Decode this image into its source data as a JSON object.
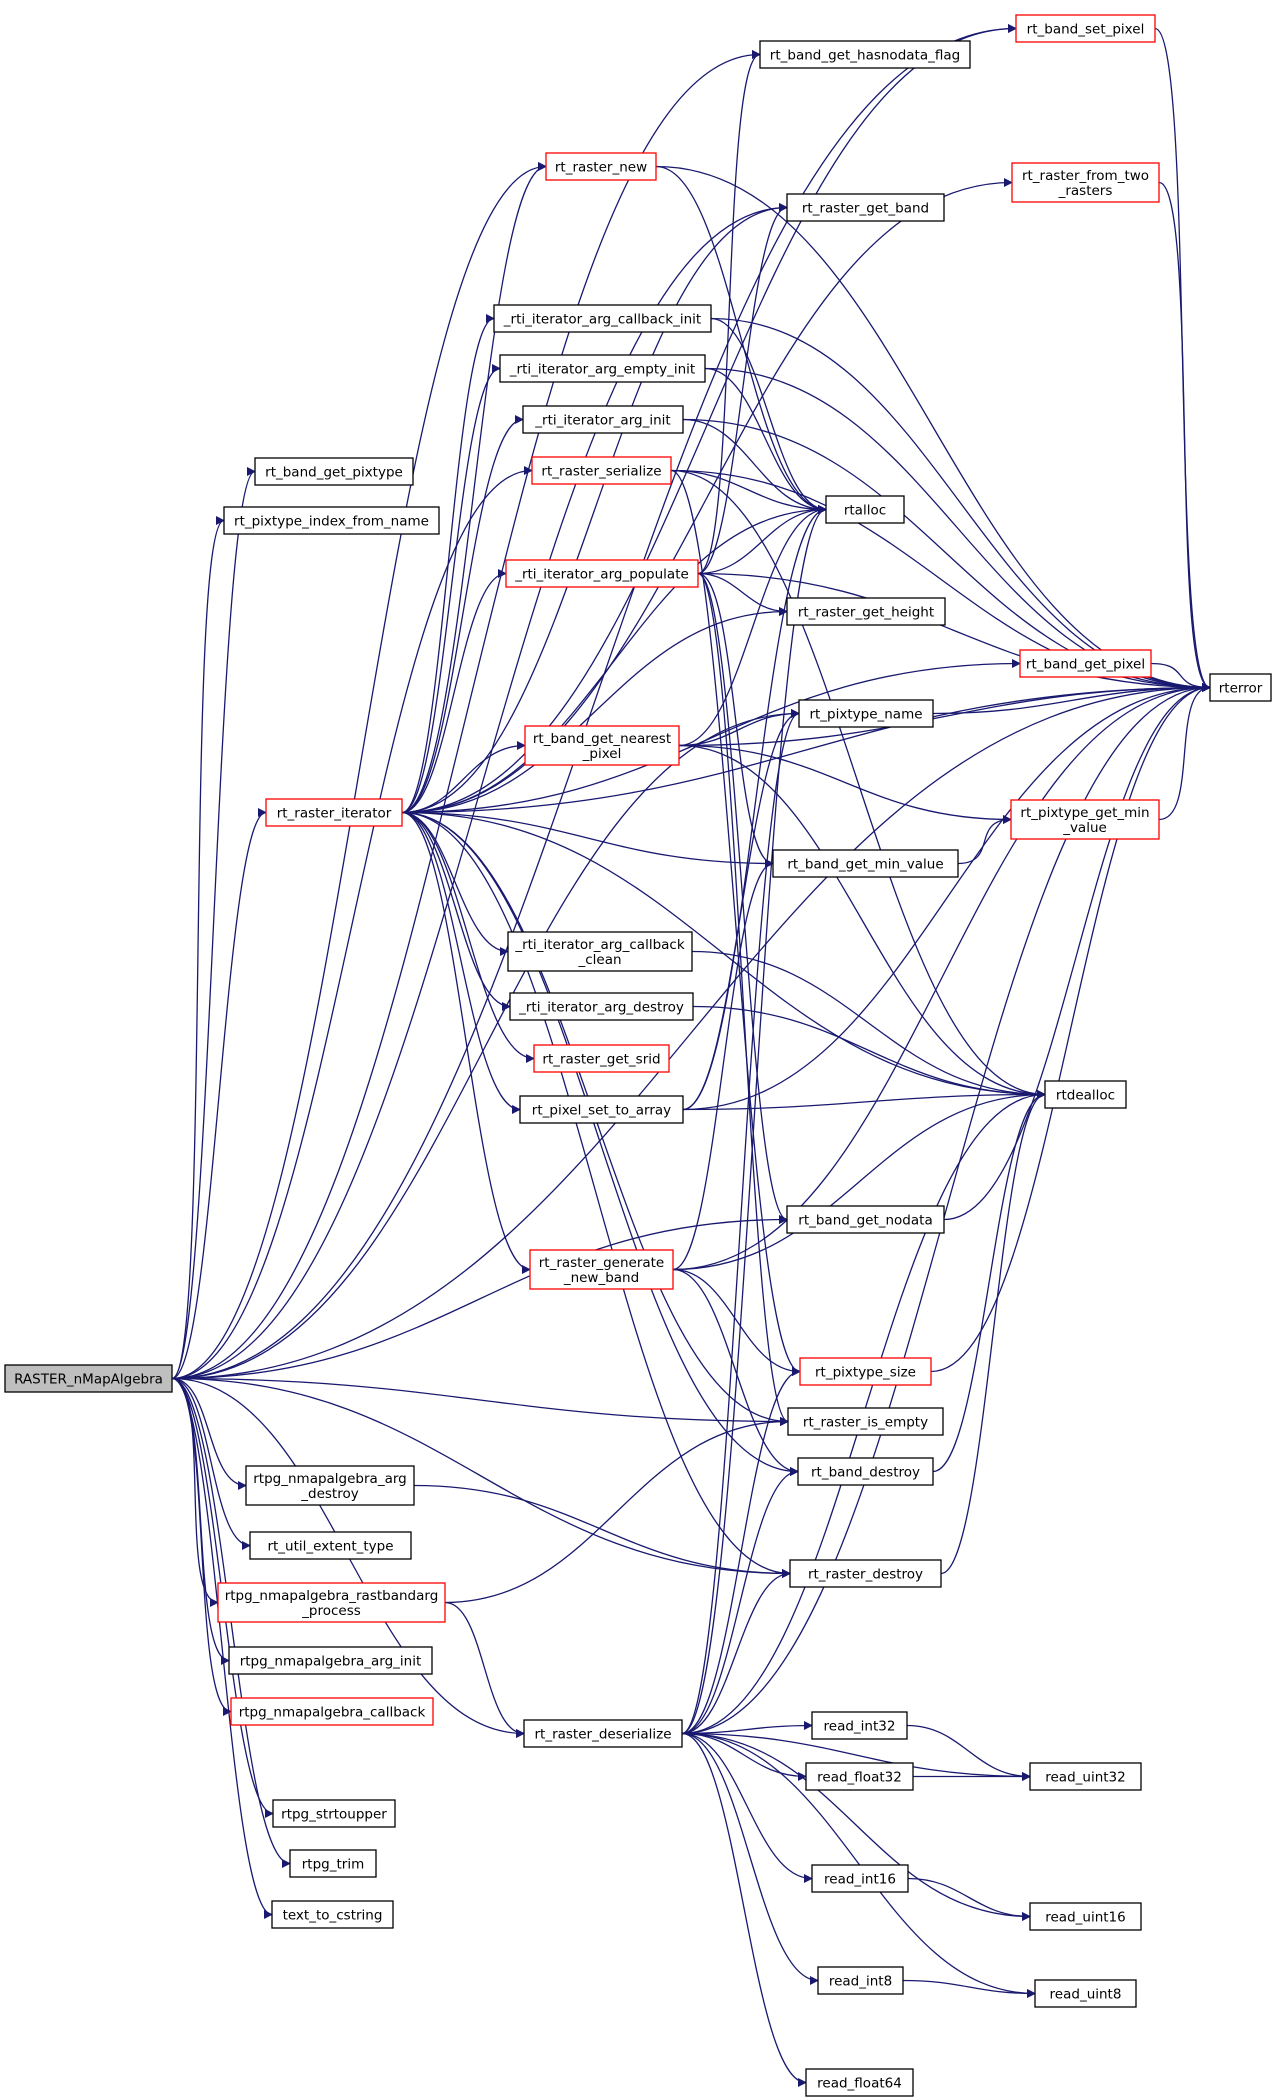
{
  "graph": {
    "root": "RASTER_nMapAlgebra",
    "nodes": [
      {
        "id": "RASTER_nMapAlgebra",
        "lines": [
          "RASTER_nMapAlgebra"
        ],
        "style": "root"
      },
      {
        "id": "rt_band_set_pixel",
        "lines": [
          "rt_band_set_pixel"
        ],
        "style": "red"
      },
      {
        "id": "rt_band_get_hasnodata_flag",
        "lines": [
          "rt_band_get_hasnodata_flag"
        ],
        "style": "black"
      },
      {
        "id": "rt_raster_new",
        "lines": [
          "rt_raster_new"
        ],
        "style": "red"
      },
      {
        "id": "rt_raster_from_two_rasters",
        "lines": [
          "rt_raster_from_two",
          "_rasters"
        ],
        "style": "red"
      },
      {
        "id": "rt_raster_get_band",
        "lines": [
          "rt_raster_get_band"
        ],
        "style": "black"
      },
      {
        "id": "_rti_iterator_arg_callback_init",
        "lines": [
          "_rti_iterator_arg_callback_init"
        ],
        "style": "black"
      },
      {
        "id": "_rti_iterator_arg_empty_init",
        "lines": [
          "_rti_iterator_arg_empty_init"
        ],
        "style": "black"
      },
      {
        "id": "_rti_iterator_arg_init",
        "lines": [
          "_rti_iterator_arg_init"
        ],
        "style": "black"
      },
      {
        "id": "rt_band_get_pixtype",
        "lines": [
          "rt_band_get_pixtype"
        ],
        "style": "black"
      },
      {
        "id": "rt_raster_serialize",
        "lines": [
          "rt_raster_serialize"
        ],
        "style": "red"
      },
      {
        "id": "rtalloc",
        "lines": [
          "rtalloc"
        ],
        "style": "black"
      },
      {
        "id": "rt_pixtype_index_from_name",
        "lines": [
          "rt_pixtype_index_from_name"
        ],
        "style": "black"
      },
      {
        "id": "_rti_iterator_arg_populate",
        "lines": [
          "_rti_iterator_arg_populate"
        ],
        "style": "red"
      },
      {
        "id": "rt_raster_get_height",
        "lines": [
          "rt_raster_get_height"
        ],
        "style": "black"
      },
      {
        "id": "rt_band_get_pixel",
        "lines": [
          "rt_band_get_pixel"
        ],
        "style": "red"
      },
      {
        "id": "rterror",
        "lines": [
          "rterror"
        ],
        "style": "black"
      },
      {
        "id": "rt_pixtype_name",
        "lines": [
          "rt_pixtype_name"
        ],
        "style": "black"
      },
      {
        "id": "rt_band_get_nearest_pixel",
        "lines": [
          "rt_band_get_nearest",
          "_pixel"
        ],
        "style": "red"
      },
      {
        "id": "rt_raster_iterator",
        "lines": [
          "rt_raster_iterator"
        ],
        "style": "red"
      },
      {
        "id": "rt_pixtype_get_min_value",
        "lines": [
          "rt_pixtype_get_min",
          "_value"
        ],
        "style": "red"
      },
      {
        "id": "rt_band_get_min_value",
        "lines": [
          "rt_band_get_min_value"
        ],
        "style": "black"
      },
      {
        "id": "_rti_iterator_arg_callback_clean",
        "lines": [
          "_rti_iterator_arg_callback",
          "_clean"
        ],
        "style": "black"
      },
      {
        "id": "_rti_iterator_arg_destroy",
        "lines": [
          "_rti_iterator_arg_destroy"
        ],
        "style": "black"
      },
      {
        "id": "rt_raster_get_srid",
        "lines": [
          "rt_raster_get_srid"
        ],
        "style": "red"
      },
      {
        "id": "rtdealloc",
        "lines": [
          "rtdealloc"
        ],
        "style": "black"
      },
      {
        "id": "rt_pixel_set_to_array",
        "lines": [
          "rt_pixel_set_to_array"
        ],
        "style": "black"
      },
      {
        "id": "rt_band_get_nodata",
        "lines": [
          "rt_band_get_nodata"
        ],
        "style": "black"
      },
      {
        "id": "rt_raster_generate_new_band",
        "lines": [
          "rt_raster_generate",
          "_new_band"
        ],
        "style": "red"
      },
      {
        "id": "rt_pixtype_size",
        "lines": [
          "rt_pixtype_size"
        ],
        "style": "red"
      },
      {
        "id": "rt_raster_is_empty",
        "lines": [
          "rt_raster_is_empty"
        ],
        "style": "black"
      },
      {
        "id": "rtpg_nmapalgebra_arg_destroy",
        "lines": [
          "rtpg_nmapalgebra_arg",
          "_destroy"
        ],
        "style": "black"
      },
      {
        "id": "rt_band_destroy",
        "lines": [
          "rt_band_destroy"
        ],
        "style": "black"
      },
      {
        "id": "rt_util_extent_type",
        "lines": [
          "rt_util_extent_type"
        ],
        "style": "black"
      },
      {
        "id": "rtpg_nmapalgebra_rastbandarg_process",
        "lines": [
          "rtpg_nmapalgebra_rastbandarg",
          "_process"
        ],
        "style": "red"
      },
      {
        "id": "rt_raster_destroy",
        "lines": [
          "rt_raster_destroy"
        ],
        "style": "black"
      },
      {
        "id": "rtpg_nmapalgebra_arg_init",
        "lines": [
          "rtpg_nmapalgebra_arg_init"
        ],
        "style": "black"
      },
      {
        "id": "rtpg_nmapalgebra_callback",
        "lines": [
          "rtpg_nmapalgebra_callback"
        ],
        "style": "red"
      },
      {
        "id": "rt_raster_deserialize",
        "lines": [
          "rt_raster_deserialize"
        ],
        "style": "black"
      },
      {
        "id": "read_int32",
        "lines": [
          "read_int32"
        ],
        "style": "black"
      },
      {
        "id": "read_float32",
        "lines": [
          "read_float32"
        ],
        "style": "black"
      },
      {
        "id": "read_uint32",
        "lines": [
          "read_uint32"
        ],
        "style": "black"
      },
      {
        "id": "rtpg_strtoupper",
        "lines": [
          "rtpg_strtoupper"
        ],
        "style": "black"
      },
      {
        "id": "rtpg_trim",
        "lines": [
          "rtpg_trim"
        ],
        "style": "black"
      },
      {
        "id": "read_int16",
        "lines": [
          "read_int16"
        ],
        "style": "black"
      },
      {
        "id": "read_uint16",
        "lines": [
          "read_uint16"
        ],
        "style": "black"
      },
      {
        "id": "text_to_cstring",
        "lines": [
          "text_to_cstring"
        ],
        "style": "black"
      },
      {
        "id": "read_int8",
        "lines": [
          "read_int8"
        ],
        "style": "black"
      },
      {
        "id": "read_uint8",
        "lines": [
          "read_uint8"
        ],
        "style": "black"
      },
      {
        "id": "read_float64",
        "lines": [
          "read_float64"
        ],
        "style": "black"
      }
    ],
    "edges": [
      [
        "RASTER_nMapAlgebra",
        "rt_band_set_pixel"
      ],
      [
        "RASTER_nMapAlgebra",
        "rt_band_get_hasnodata_flag"
      ],
      [
        "RASTER_nMapAlgebra",
        "rt_raster_new"
      ],
      [
        "RASTER_nMapAlgebra",
        "rt_raster_get_band"
      ],
      [
        "RASTER_nMapAlgebra",
        "rt_band_get_pixtype"
      ],
      [
        "RASTER_nMapAlgebra",
        "rt_pixtype_index_from_name"
      ],
      [
        "RASTER_nMapAlgebra",
        "rt_raster_serialize"
      ],
      [
        "RASTER_nMapAlgebra",
        "rt_pixtype_name"
      ],
      [
        "RASTER_nMapAlgebra",
        "rt_raster_iterator"
      ],
      [
        "RASTER_nMapAlgebra",
        "rterror"
      ],
      [
        "RASTER_nMapAlgebra",
        "rt_band_get_nodata"
      ],
      [
        "RASTER_nMapAlgebra",
        "rt_raster_is_empty"
      ],
      [
        "RASTER_nMapAlgebra",
        "rtpg_nmapalgebra_arg_destroy"
      ],
      [
        "RASTER_nMapAlgebra",
        "rt_util_extent_type"
      ],
      [
        "RASTER_nMapAlgebra",
        "rtpg_nmapalgebra_rastbandarg_process"
      ],
      [
        "RASTER_nMapAlgebra",
        "rt_raster_destroy"
      ],
      [
        "RASTER_nMapAlgebra",
        "rtpg_nmapalgebra_arg_init"
      ],
      [
        "RASTER_nMapAlgebra",
        "rtpg_nmapalgebra_callback"
      ],
      [
        "RASTER_nMapAlgebra",
        "rt_raster_deserialize"
      ],
      [
        "RASTER_nMapAlgebra",
        "rtpg_strtoupper"
      ],
      [
        "RASTER_nMapAlgebra",
        "rtpg_trim"
      ],
      [
        "RASTER_nMapAlgebra",
        "text_to_cstring"
      ],
      [
        "rt_band_set_pixel",
        "rterror"
      ],
      [
        "rt_raster_new",
        "rterror"
      ],
      [
        "rt_raster_new",
        "rtalloc"
      ],
      [
        "rt_raster_from_two_rasters",
        "rterror"
      ],
      [
        "_rti_iterator_arg_callback_init",
        "rtalloc"
      ],
      [
        "_rti_iterator_arg_callback_init",
        "rterror"
      ],
      [
        "_rti_iterator_arg_empty_init",
        "rtalloc"
      ],
      [
        "_rti_iterator_arg_empty_init",
        "rterror"
      ],
      [
        "_rti_iterator_arg_init",
        "rtalloc"
      ],
      [
        "_rti_iterator_arg_init",
        "rterror"
      ],
      [
        "rt_raster_serialize",
        "rtalloc"
      ],
      [
        "rt_raster_serialize",
        "rterror"
      ],
      [
        "rt_raster_serialize",
        "rtdealloc"
      ],
      [
        "rt_raster_serialize",
        "rt_pixtype_size"
      ],
      [
        "_rti_iterator_arg_populate",
        "rt_band_get_hasnodata_flag"
      ],
      [
        "_rti_iterator_arg_populate",
        "rt_raster_get_band"
      ],
      [
        "_rti_iterator_arg_populate",
        "rtalloc"
      ],
      [
        "_rti_iterator_arg_populate",
        "rt_raster_get_height"
      ],
      [
        "_rti_iterator_arg_populate",
        "rterror"
      ],
      [
        "_rti_iterator_arg_populate",
        "rt_band_get_min_value"
      ],
      [
        "_rti_iterator_arg_populate",
        "rt_band_get_nodata"
      ],
      [
        "_rti_iterator_arg_populate",
        "rt_raster_is_empty"
      ],
      [
        "rt_band_get_pixel",
        "rterror"
      ],
      [
        "rt_pixtype_name",
        "rterror"
      ],
      [
        "rt_band_get_nearest_pixel",
        "rtalloc"
      ],
      [
        "rt_band_get_nearest_pixel",
        "rt_pixtype_name"
      ],
      [
        "rt_band_get_nearest_pixel",
        "rterror"
      ],
      [
        "rt_band_get_nearest_pixel",
        "rt_pixtype_get_min_value"
      ],
      [
        "rt_band_get_nearest_pixel",
        "rtdealloc"
      ],
      [
        "rt_raster_iterator",
        "rt_band_set_pixel"
      ],
      [
        "rt_raster_iterator",
        "rt_raster_new"
      ],
      [
        "rt_raster_iterator",
        "rt_raster_from_two_rasters"
      ],
      [
        "rt_raster_iterator",
        "rt_raster_get_band"
      ],
      [
        "rt_raster_iterator",
        "_rti_iterator_arg_callback_init"
      ],
      [
        "rt_raster_iterator",
        "_rti_iterator_arg_empty_init"
      ],
      [
        "rt_raster_iterator",
        "_rti_iterator_arg_init"
      ],
      [
        "rt_raster_iterator",
        "rtalloc"
      ],
      [
        "rt_raster_iterator",
        "_rti_iterator_arg_populate"
      ],
      [
        "rt_raster_iterator",
        "rt_raster_get_height"
      ],
      [
        "rt_raster_iterator",
        "rt_band_get_pixel"
      ],
      [
        "rt_raster_iterator",
        "rt_band_get_nearest_pixel"
      ],
      [
        "rt_raster_iterator",
        "rt_band_get_min_value"
      ],
      [
        "rt_raster_iterator",
        "_rti_iterator_arg_callback_clean"
      ],
      [
        "rt_raster_iterator",
        "_rti_iterator_arg_destroy"
      ],
      [
        "rt_raster_iterator",
        "rt_raster_get_srid"
      ],
      [
        "rt_raster_iterator",
        "rt_pixel_set_to_array"
      ],
      [
        "rt_raster_iterator",
        "rtdealloc"
      ],
      [
        "rt_raster_iterator",
        "rt_raster_generate_new_band"
      ],
      [
        "rt_raster_iterator",
        "rt_raster_is_empty"
      ],
      [
        "rt_raster_iterator",
        "rt_band_destroy"
      ],
      [
        "rt_raster_iterator",
        "rt_raster_destroy"
      ],
      [
        "rt_raster_iterator",
        "rterror"
      ],
      [
        "rt_pixtype_get_min_value",
        "rterror"
      ],
      [
        "rt_band_get_min_value",
        "rt_pixtype_get_min_value"
      ],
      [
        "_rti_iterator_arg_callback_clean",
        "rtdealloc"
      ],
      [
        "_rti_iterator_arg_destroy",
        "rtdealloc"
      ],
      [
        "rt_pixel_set_to_array",
        "rtalloc"
      ],
      [
        "rt_pixel_set_to_array",
        "rt_pixtype_name"
      ],
      [
        "rt_pixel_set_to_array",
        "rtdealloc"
      ],
      [
        "rt_pixel_set_to_array",
        "rterror"
      ],
      [
        "rt_band_get_nodata",
        "rterror"
      ],
      [
        "rt_raster_generate_new_band",
        "rt_band_get_min_value"
      ],
      [
        "rt_raster_generate_new_band",
        "rtdealloc"
      ],
      [
        "rt_raster_generate_new_band",
        "rterror"
      ],
      [
        "rt_raster_generate_new_band",
        "rt_pixtype_size"
      ],
      [
        "rt_raster_generate_new_band",
        "rt_band_destroy"
      ],
      [
        "rt_pixtype_size",
        "rterror"
      ],
      [
        "rtpg_nmapalgebra_arg_destroy",
        "rt_raster_destroy"
      ],
      [
        "rt_band_destroy",
        "rtdealloc"
      ],
      [
        "rtpg_nmapalgebra_rastbandarg_process",
        "rt_raster_is_empty"
      ],
      [
        "rtpg_nmapalgebra_rastbandarg_process",
        "rt_raster_deserialize"
      ],
      [
        "rt_raster_destroy",
        "rtdealloc"
      ],
      [
        "rt_raster_deserialize",
        "rtalloc"
      ],
      [
        "rt_raster_deserialize",
        "rt_pixtype_name"
      ],
      [
        "rt_raster_deserialize",
        "rt_pixtype_size"
      ],
      [
        "rt_raster_deserialize",
        "rt_band_destroy"
      ],
      [
        "rt_raster_deserialize",
        "rt_raster_destroy"
      ],
      [
        "rt_raster_deserialize",
        "rtdealloc"
      ],
      [
        "rt_raster_deserialize",
        "rterror"
      ],
      [
        "rt_raster_deserialize",
        "read_int32"
      ],
      [
        "rt_raster_deserialize",
        "read_float32"
      ],
      [
        "rt_raster_deserialize",
        "read_uint32"
      ],
      [
        "rt_raster_deserialize",
        "read_int16"
      ],
      [
        "rt_raster_deserialize",
        "read_uint16"
      ],
      [
        "rt_raster_deserialize",
        "read_int8"
      ],
      [
        "rt_raster_deserialize",
        "read_uint8"
      ],
      [
        "rt_raster_deserialize",
        "read_float64"
      ],
      [
        "read_int32",
        "read_uint32"
      ],
      [
        "read_float32",
        "read_uint32"
      ],
      [
        "read_int16",
        "read_uint16"
      ],
      [
        "read_int8",
        "read_uint8"
      ]
    ]
  }
}
